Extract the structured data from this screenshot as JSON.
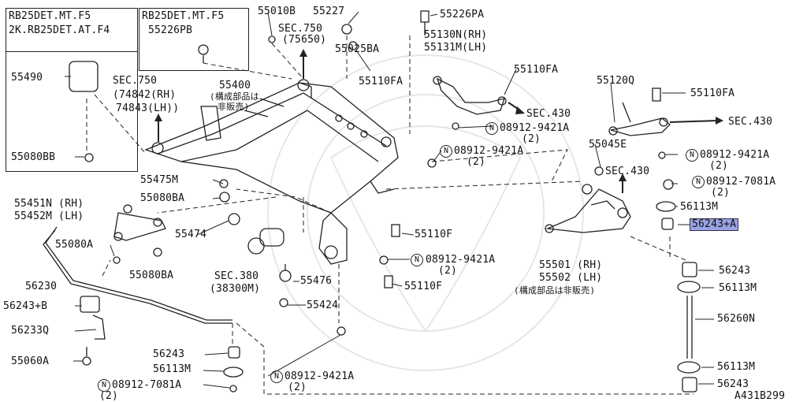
{
  "variant_boxes": [
    {
      "line1": "RB25DET.MT.F5",
      "line2": "2K.RB25DET.AT.F4"
    },
    {
      "line1": "RB25DET.MT.F5",
      "line2": "55226PB"
    }
  ],
  "nut_symbol": "N",
  "parts": {
    "p55010B": "55010B",
    "p55227": "55227",
    "p55226PA": "55226PA",
    "sec750_top": "SEC.750",
    "p75650": "(75650)",
    "p55025BA": "55025BA",
    "p55130N": "55130N(RH)",
    "p55131M": "55131M(LH)",
    "p55110FA_a": "55110FA",
    "p55110FA_b": "55110FA",
    "p55490": "55490",
    "sec750_left": "SEC.750",
    "p74842": "(74842(RH)",
    "p74843": "74843(LH))",
    "p55400": "55400",
    "note_parts_a": "(構成部品は",
    "note_parts_b": "非販売)",
    "p55120Q": "55120Q",
    "p55110FA_c": "55110FA",
    "sec430_a": "SEC.430",
    "p08912_9421A_a": "08912-9421A",
    "qty_a": "(2)",
    "sec430_b": "SEC.430",
    "p55080BB": "55080BB",
    "p08912_9421A_b": "08912-9421A",
    "qty_b": "(2)",
    "p55045E": "55045E",
    "p08912_9421A_c": "08912-9421A",
    "qty_c": "(2)",
    "p55475M": "55475M",
    "sec430_c": "SEC.430",
    "p08912_7081A_a": "08912-7081A",
    "qty_d": "(2)",
    "p55451N": "55451N (RH)",
    "p55452M": "55452M (LH)",
    "p55080BA_a": "55080BA",
    "p56113M_a": "56113M",
    "p55474": "55474",
    "p56243A": "56243+A",
    "p55110F_a": "55110F",
    "p55080A": "55080A",
    "p08912_9421A_d": "08912-9421A",
    "qty_e": "(2)",
    "p55501": "55501 (RH)",
    "p55502": "55502 (LH)",
    "note_parts_c": "(構成部品は非販売)",
    "p56243_a": "56243",
    "p56230": "56230",
    "p55080BA_b": "55080BA",
    "sec380": "SEC.380",
    "p38300M": "(38300M)",
    "p55476": "55476",
    "p56113M_b": "56113M",
    "p55110F_b": "55110F",
    "p56243B": "56243+B",
    "p55424": "55424",
    "p56233Q": "56233Q",
    "p56260N": "56260N",
    "p56243_b": "56243",
    "p55060A": "55060A",
    "p56113M_c": "56113M",
    "p56113M_d": "56113M",
    "p08912_7081A_b": "08912-7081A",
    "qty_f": "(2)",
    "p08912_9421A_e": "08912-9421A",
    "qty_g": "(2)",
    "p56243_c": "56243",
    "diagram_code": "A431B299"
  },
  "highlight_color": "#9aa3e6"
}
